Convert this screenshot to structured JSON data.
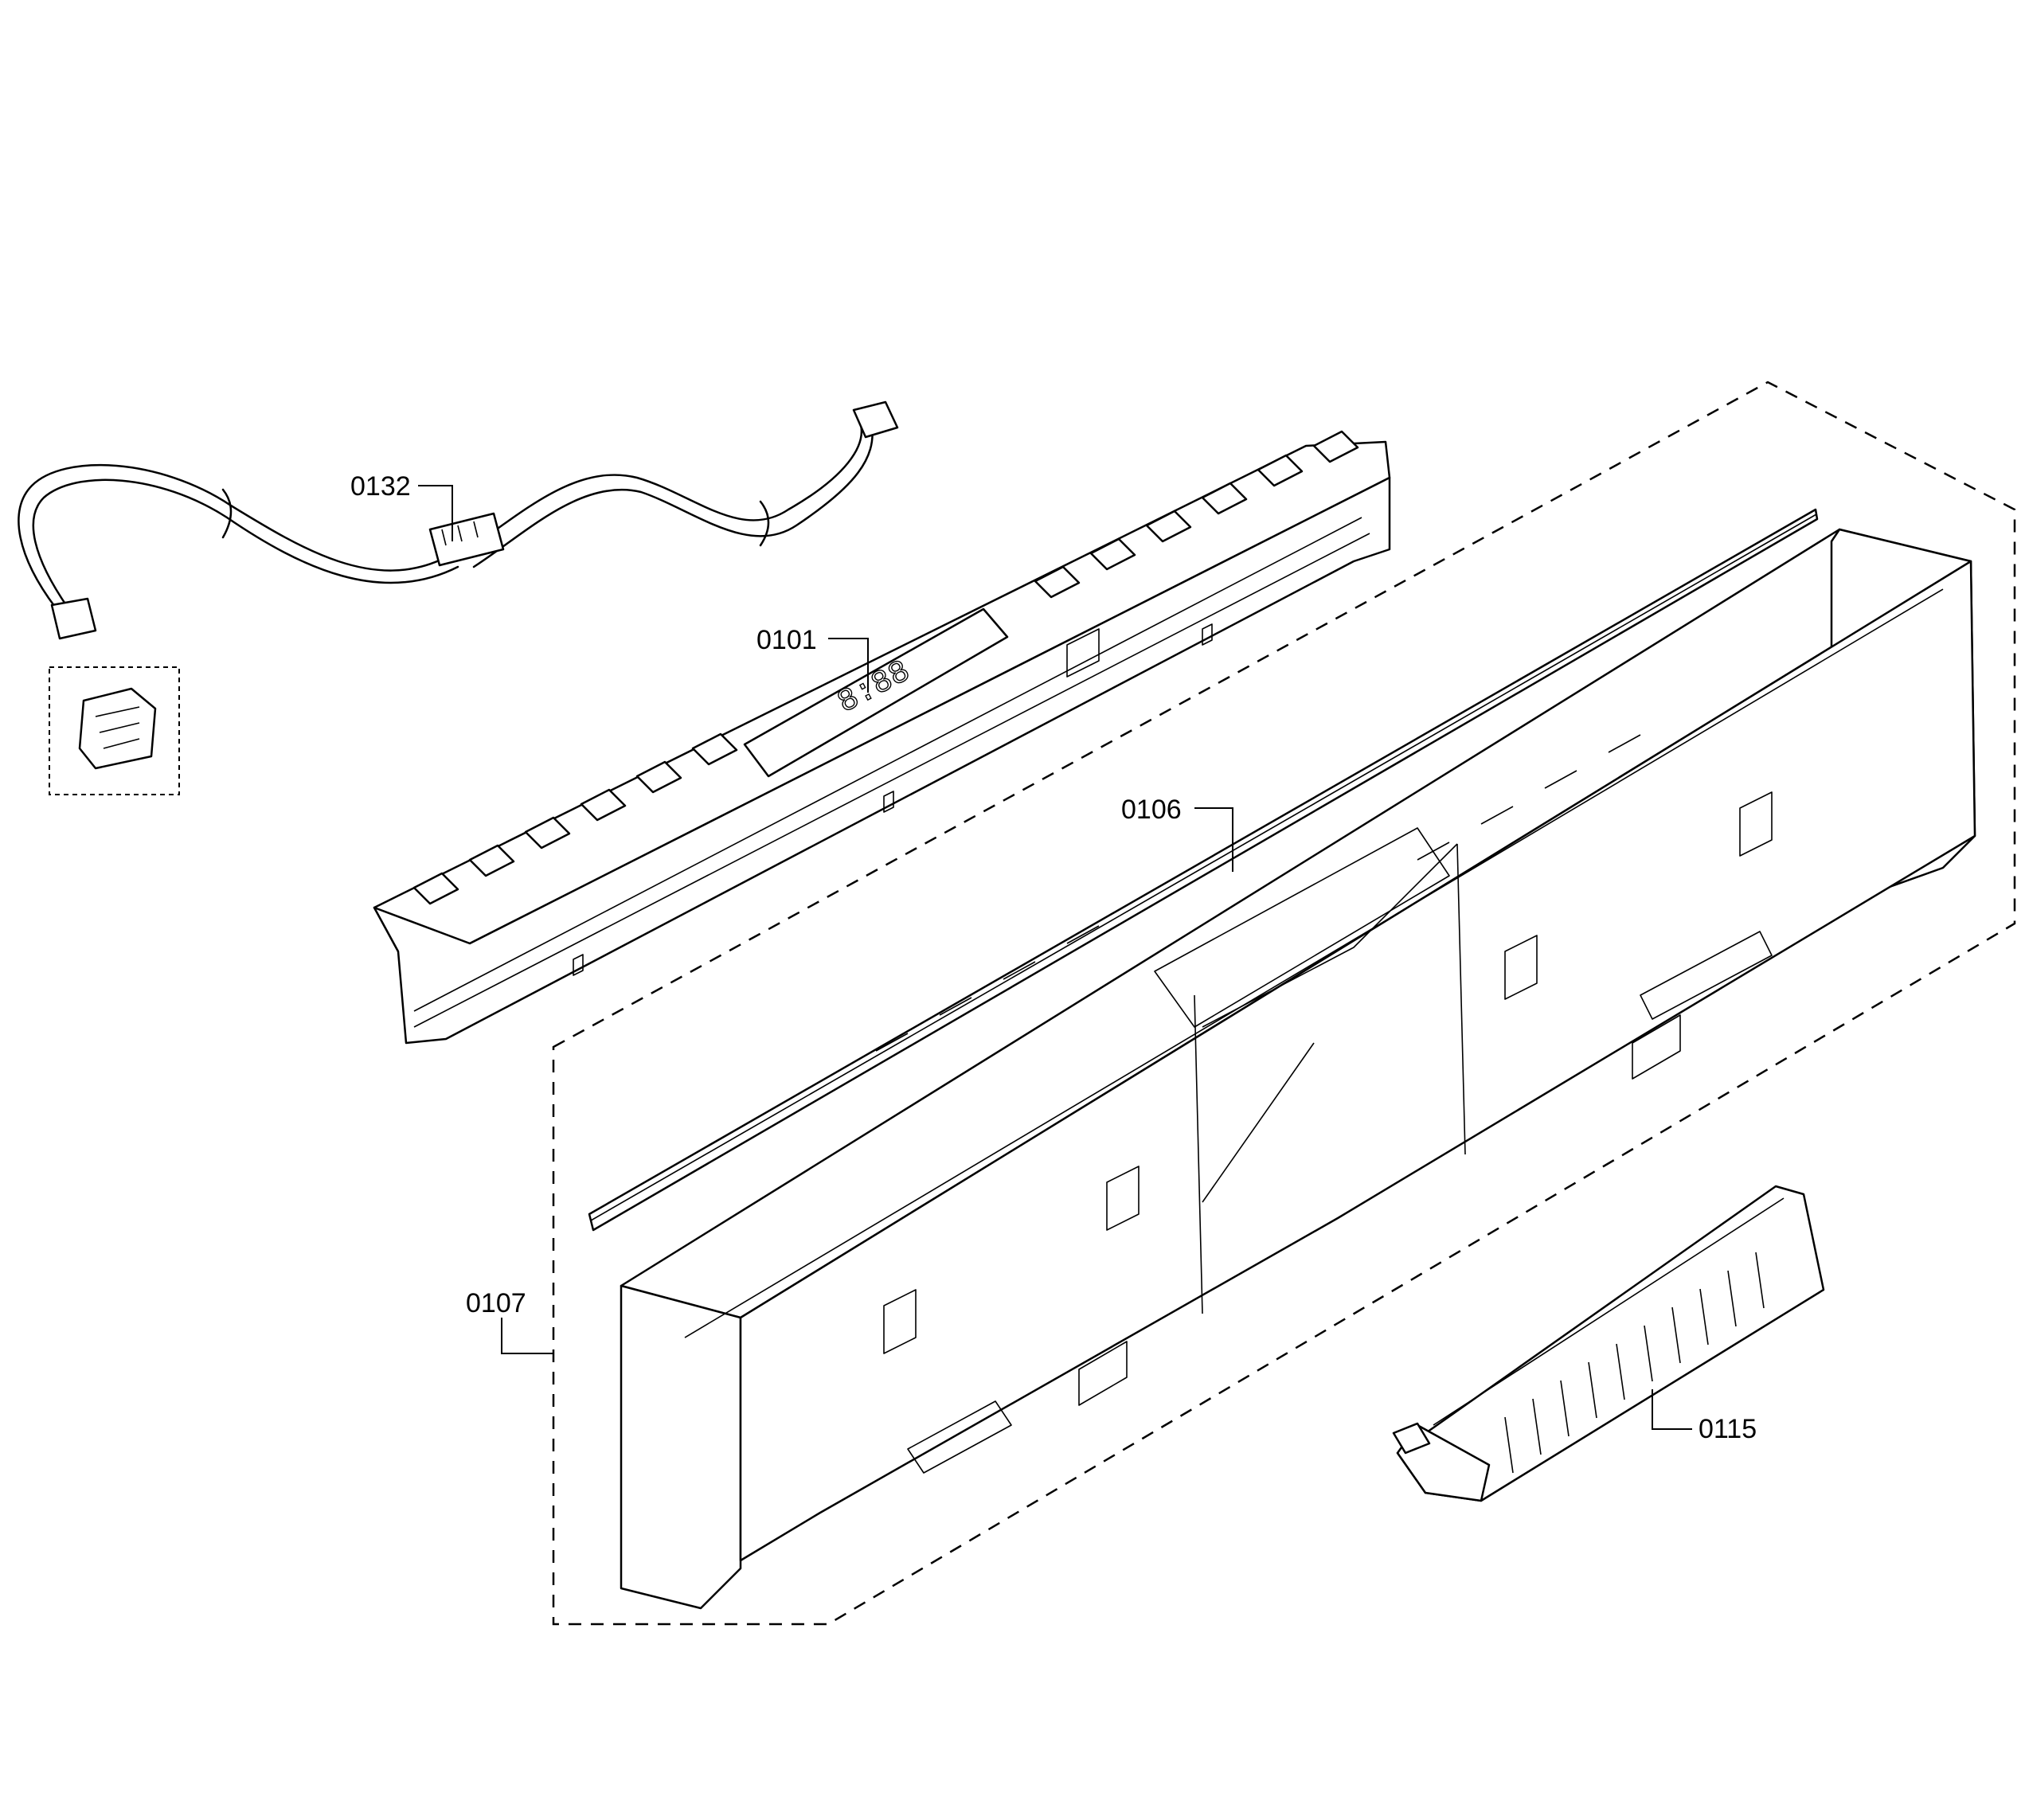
{
  "callouts": {
    "p0132": "0132",
    "p0101": "0101",
    "p0106": "0106",
    "p0107": "0107",
    "p0115": "0115"
  },
  "display_digits": "8:88"
}
